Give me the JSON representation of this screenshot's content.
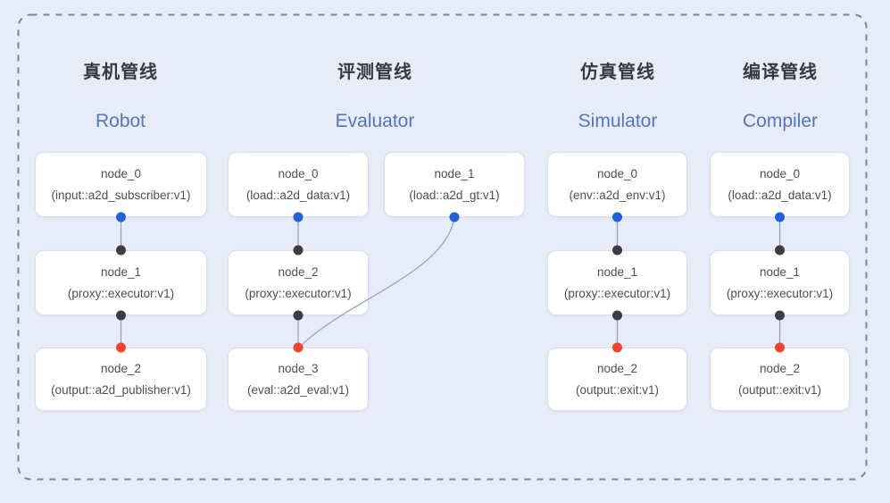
{
  "colors": {
    "background": "#E8ECF8",
    "border": "#7F8694",
    "heading_cn": "#363A40",
    "heading_en": "#5375C8",
    "node_text": "#4B5058",
    "node_border": "#DCDFE6",
    "node_bg": "#FFFFFF",
    "edge": "#98A0AF",
    "port_source": "#2161D9",
    "port_mid": "#3A3D42",
    "port_target": "#F0432C"
  },
  "pipelines": [
    {
      "title_cn": "真机管线",
      "title_en": "Robot",
      "nodes": [
        {
          "name": "node_0",
          "type": "(input::a2d_subscriber:v1)"
        },
        {
          "name": "node_1",
          "type": "(proxy::executor:v1)"
        },
        {
          "name": "node_2",
          "type": "(output::a2d_publisher:v1)"
        }
      ]
    },
    {
      "title_cn": "评测管线",
      "title_en": "Evaluator",
      "nodes": [
        {
          "name": "node_0",
          "type": "(load::a2d_data:v1)"
        },
        {
          "name": "node_1",
          "type": "(load::a2d_gt:v1)"
        },
        {
          "name": "node_2",
          "type": "(proxy::executor:v1)"
        },
        {
          "name": "node_3",
          "type": "(eval::a2d_eval:v1)"
        }
      ]
    },
    {
      "title_cn": "仿真管线",
      "title_en": "Simulator",
      "nodes": [
        {
          "name": "node_0",
          "type": "(env::a2d_env:v1)"
        },
        {
          "name": "node_1",
          "type": "(proxy::executor:v1)"
        },
        {
          "name": "node_2",
          "type": "(output::exit:v1)"
        }
      ]
    },
    {
      "title_cn": "编译管线",
      "title_en": "Compiler",
      "nodes": [
        {
          "name": "node_0",
          "type": "(load::a2d_data:v1)"
        },
        {
          "name": "node_1",
          "type": "(proxy::executor:v1)"
        },
        {
          "name": "node_2",
          "type": "(output::exit:v1)"
        }
      ]
    }
  ]
}
